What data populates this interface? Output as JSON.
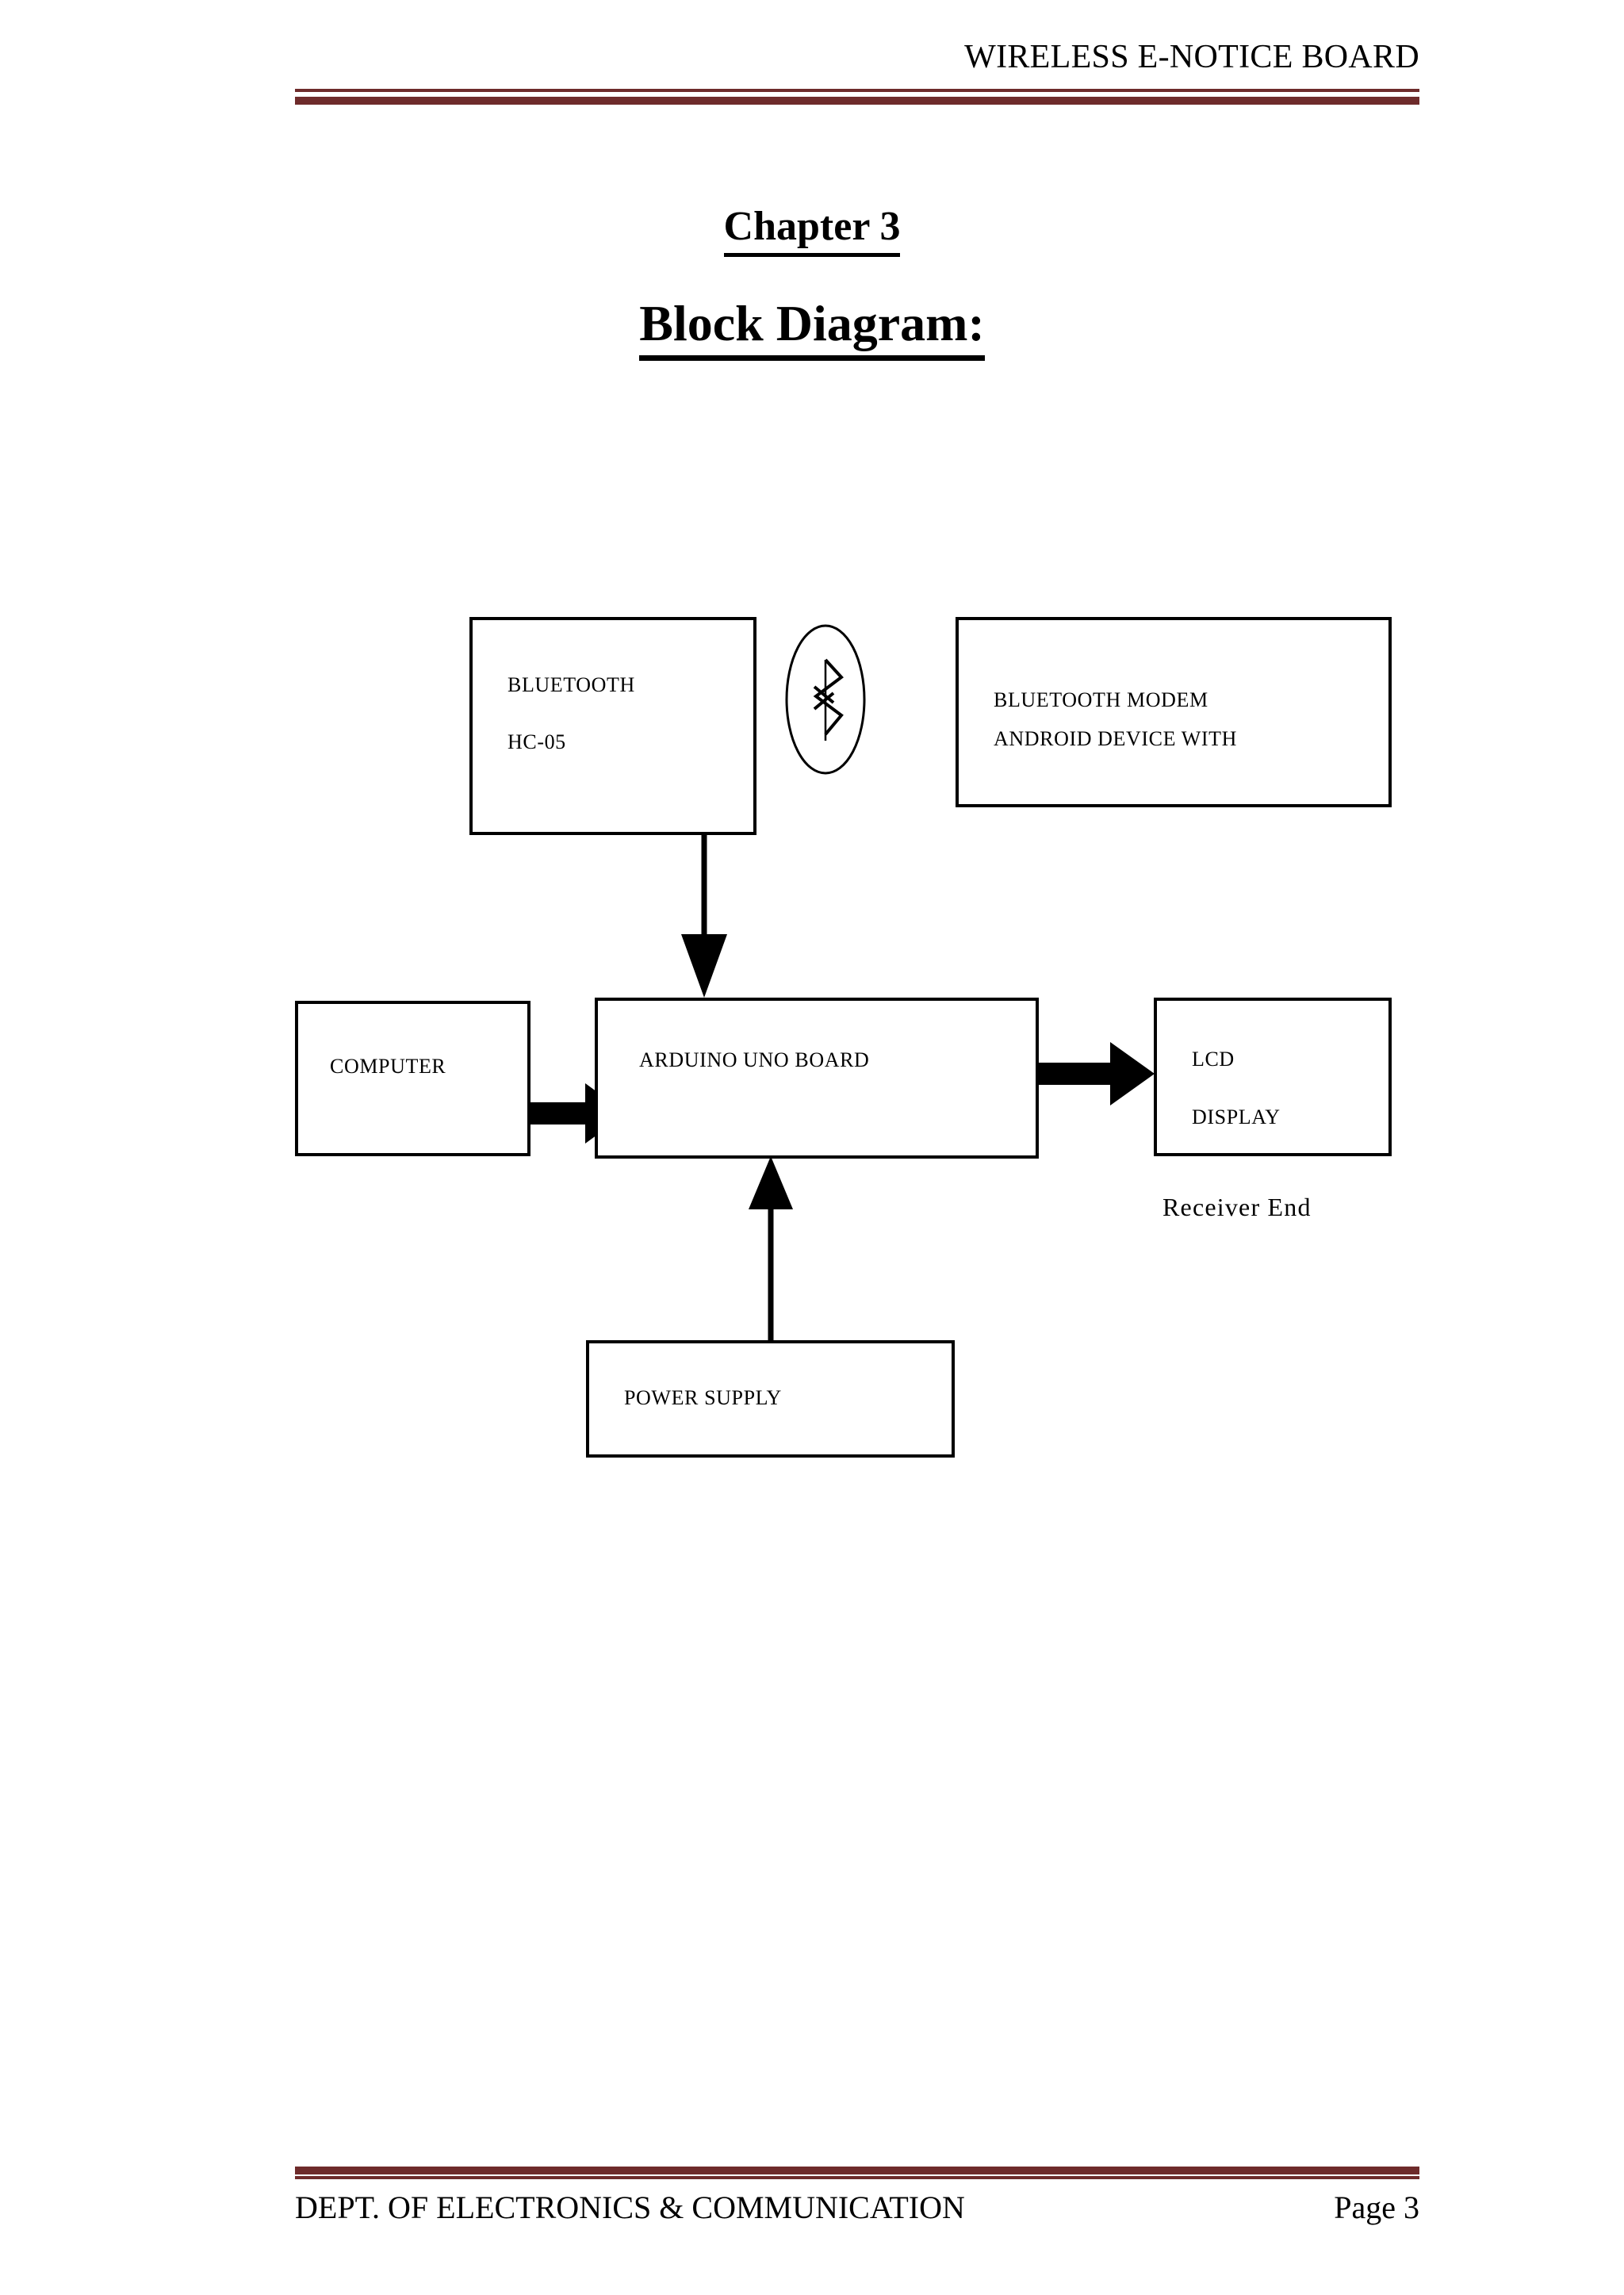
{
  "header": {
    "title": "WIRELESS E-NOTICE BOARD",
    "rule_color": "#6e2b2b"
  },
  "titles": {
    "chapter": "Chapter 3",
    "subject": "Block Diagram:"
  },
  "diagram": {
    "nodes": [
      {
        "id": "bluetooth",
        "line1": "BLUETOOTH",
        "line2": "HC-05"
      },
      {
        "id": "modem",
        "line1": "BLUETOOTH MODEM",
        "line2": "ANDROID DEVICE WITH"
      },
      {
        "id": "computer",
        "line1": "COMPUTER"
      },
      {
        "id": "arduino",
        "line1": "ARDUINO UNO BOARD"
      },
      {
        "id": "lcd",
        "line1": "LCD",
        "line2": "DISPLAY"
      },
      {
        "id": "power",
        "line1": "POWER SUPPLY"
      }
    ],
    "caption": "Receiver  End",
    "logo_name": "bluetooth-logo",
    "edge_color": "#000000",
    "edges": [
      {
        "from": "bluetooth",
        "to": "arduino",
        "style": "thin-arrow-down"
      },
      {
        "from": "computer",
        "to": "arduino",
        "style": "block-arrow-right"
      },
      {
        "from": "arduino",
        "to": "lcd",
        "style": "block-arrow-right"
      },
      {
        "from": "power",
        "to": "arduino",
        "style": "thin-arrow-up"
      }
    ]
  },
  "footer": {
    "department": "DEPT. OF ELECTRONICS & COMMUNICATION",
    "page": "Page 3",
    "rule_color": "#6e2b2b"
  }
}
